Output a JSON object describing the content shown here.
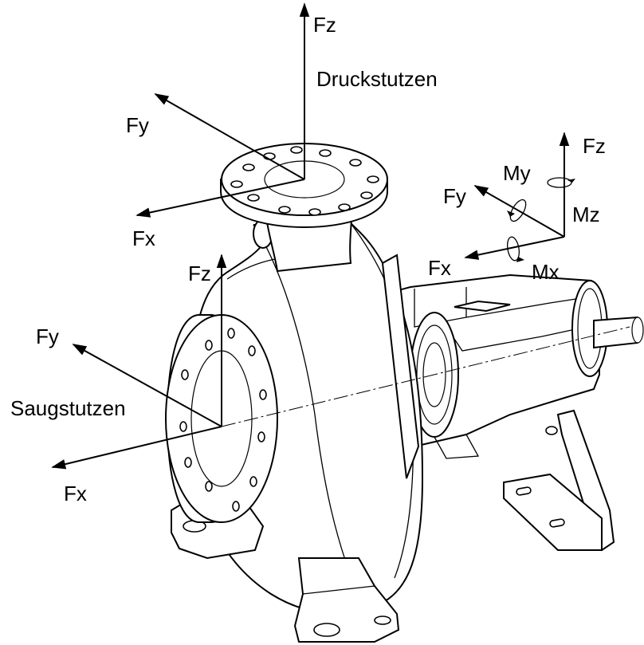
{
  "labels": {
    "discharge": {
      "title": "Druckstutzen",
      "fz": "Fz",
      "fy": "Fy",
      "fx": "Fx"
    },
    "suction": {
      "title": "Saugstutzen",
      "fz": "Fz",
      "fy": "Fy",
      "fx": "Fx"
    },
    "legend": {
      "fz": "Fz",
      "fy": "Fy",
      "fx": "Fx",
      "my": "My",
      "mz": "Mz",
      "mx": "Mx"
    }
  }
}
